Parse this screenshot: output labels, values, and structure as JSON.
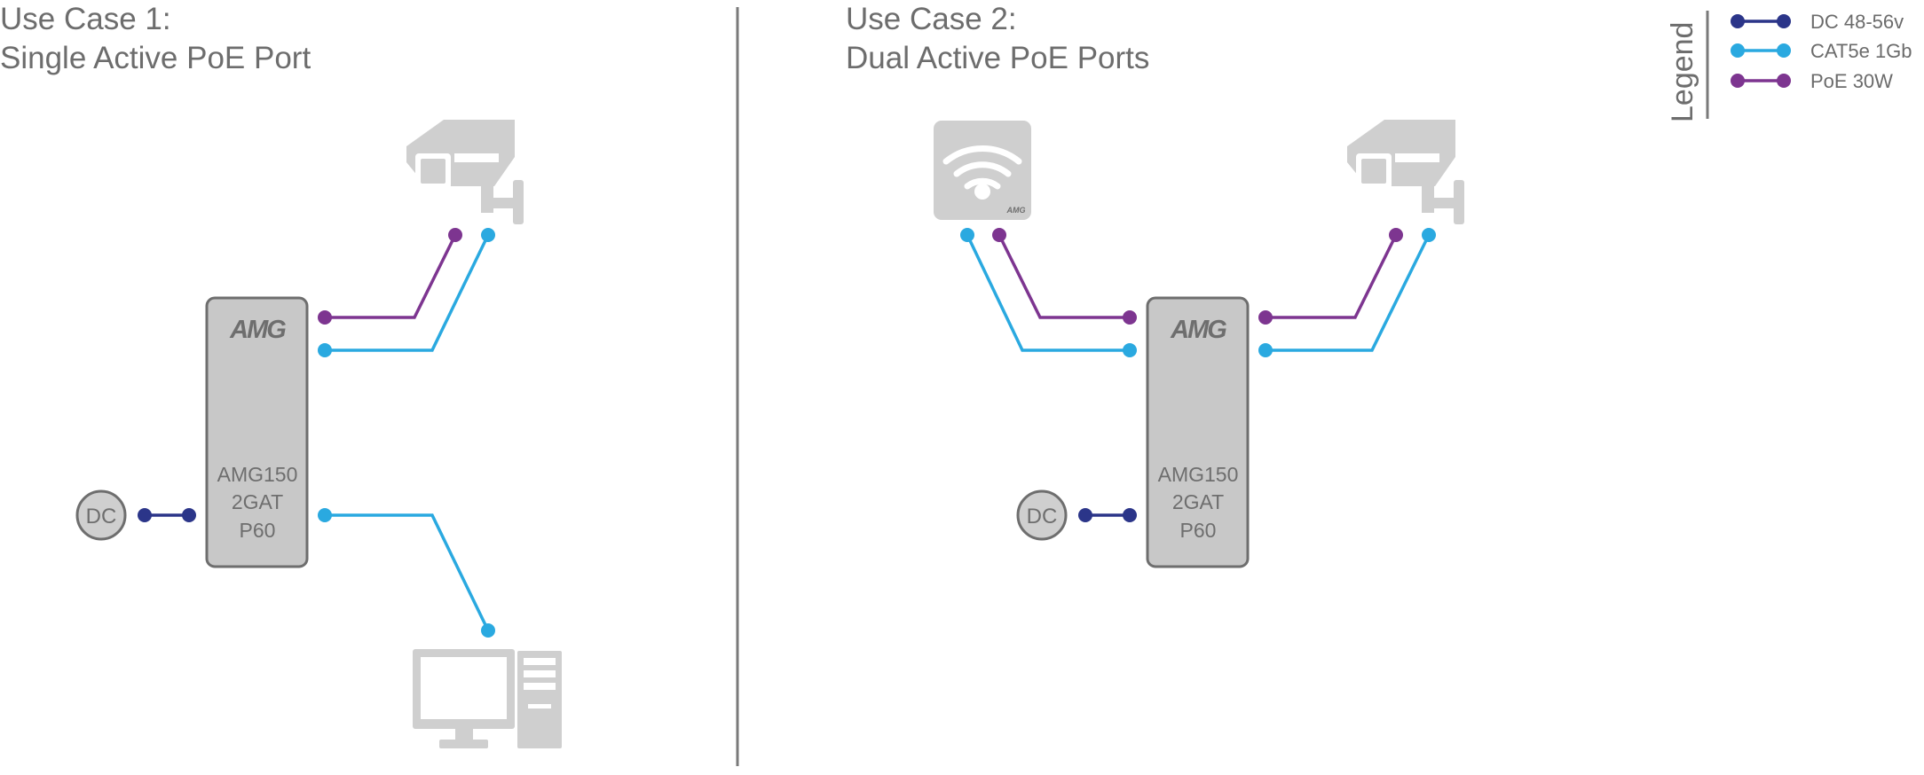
{
  "use_case_1": {
    "title": "Use Case 1:",
    "subtitle": "Single Active PoE Port"
  },
  "use_case_2": {
    "title": "Use Case 2:",
    "subtitle": "Dual Active PoE Ports"
  },
  "device": {
    "brand": "AMG",
    "model_line1": "AMG150",
    "model_line2": "2GAT",
    "model_line3": "P60"
  },
  "dc_label": "DC",
  "ap_brand": "AMG",
  "legend": {
    "title": "Legend",
    "items": [
      {
        "label": "DC 48-56v",
        "color": "#2b3589"
      },
      {
        "label": "CAT5e 1Gb",
        "color": "#2aa9e0"
      },
      {
        "label": "PoE 30W",
        "color": "#7d3590"
      }
    ]
  },
  "colors": {
    "dc": "#2b3589",
    "cat5e": "#2aa9e0",
    "poe": "#7d3590",
    "device_fill": "#c8c8c8",
    "device_stroke": "#6e6e6e",
    "icon_grey": "#cfcfcf",
    "divider": "#7a7a7a"
  },
  "icons": [
    "cctv-camera-icon",
    "desktop-computer-icon",
    "wifi-access-point-icon"
  ]
}
